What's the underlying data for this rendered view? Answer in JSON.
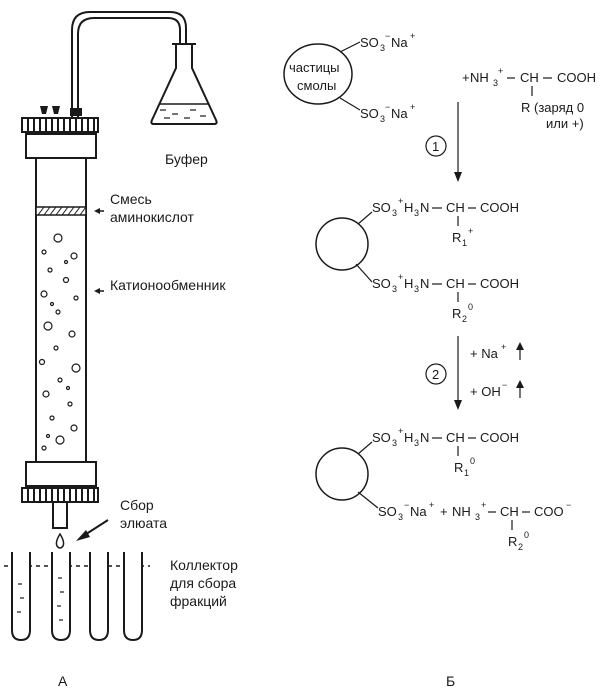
{
  "panel_a": {
    "label": "А",
    "buffer": "Буфер",
    "amino_mix_1": "Смесь",
    "amino_mix_2": "аминокислот",
    "cation_exchanger": "Катионообменник",
    "eluate_1": "Сбор",
    "eluate_2": "элюата",
    "collector_1": "Коллектор",
    "collector_2": "для сбора",
    "collector_3": "фракций"
  },
  "panel_b": {
    "label": "Б",
    "resin_1": "частицы",
    "resin_2": "смолы",
    "step1": "1",
    "step2": "2",
    "plus_na": "+ Na",
    "plus_oh": "+ OH",
    "charge_note_1": "R (заряд 0",
    "charge_note_2": "или +)",
    "cooh": "COOH",
    "coo": "COO",
    "ch": "CH",
    "so3": "SO",
    "na": "Na",
    "h3n": "H",
    "n": "N",
    "nh3": "NH",
    "r": "R"
  }
}
